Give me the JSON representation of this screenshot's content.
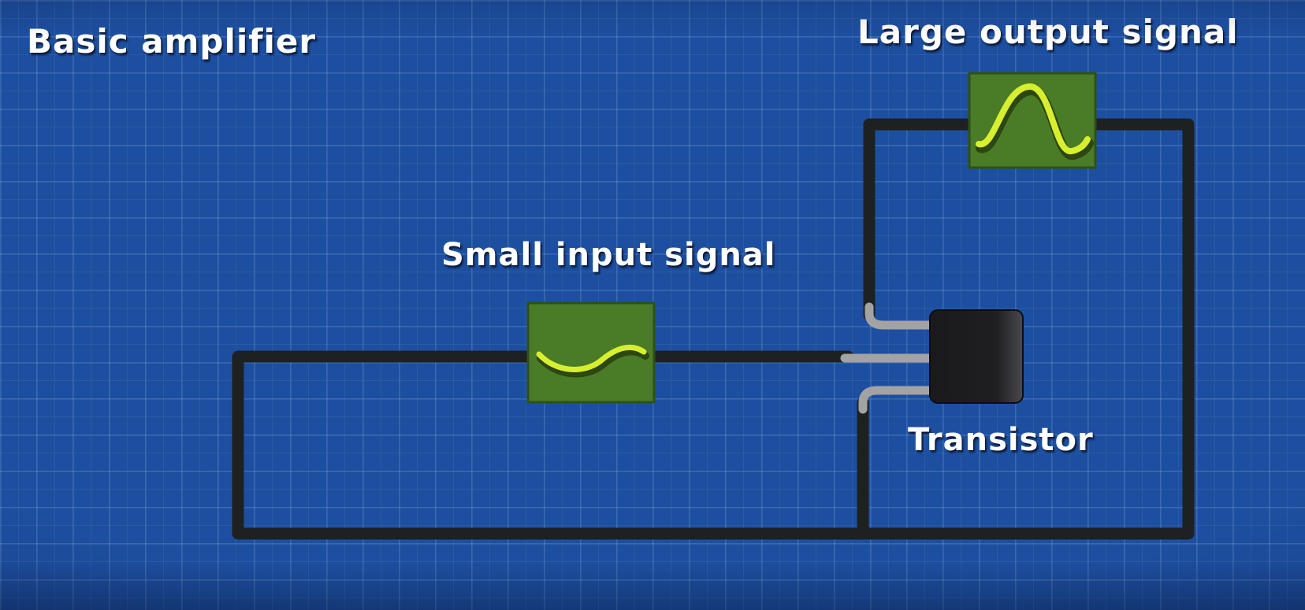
{
  "labels": {
    "title": "Basic amplifier",
    "output_signal": "Large output signal",
    "input_signal": "Small input signal",
    "transistor": "Transistor"
  },
  "colors": {
    "background": "#1d4fa0",
    "grid_line": "#3a66b5",
    "wire": "#1e2122",
    "lead": "#a3a3a3",
    "transistor_body_dark": "#161618",
    "transistor_body_light": "#4a4a4e",
    "scope_fill": "#4a7b27",
    "scope_border": "#2f4f1a",
    "wave": "#d7ef2e",
    "wave_shadow": "#2c4711",
    "text": "#ffffff"
  }
}
